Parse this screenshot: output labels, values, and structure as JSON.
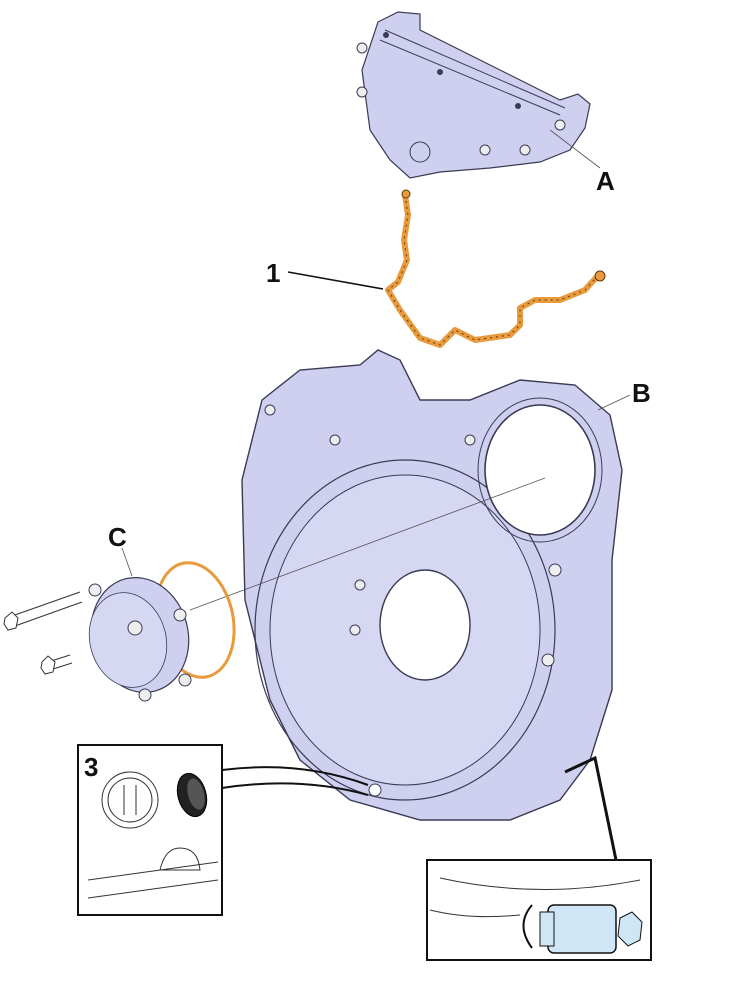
{
  "labels": {
    "a": "A",
    "b": "B",
    "c": "C",
    "one": "1",
    "three": "3"
  },
  "colors": {
    "part_fill": "#cfd0f0",
    "part_stroke": "#3a3a55",
    "seal_orange": "#e89a3c",
    "tool_blue": "#cfe6f7",
    "outline": "#111111"
  }
}
